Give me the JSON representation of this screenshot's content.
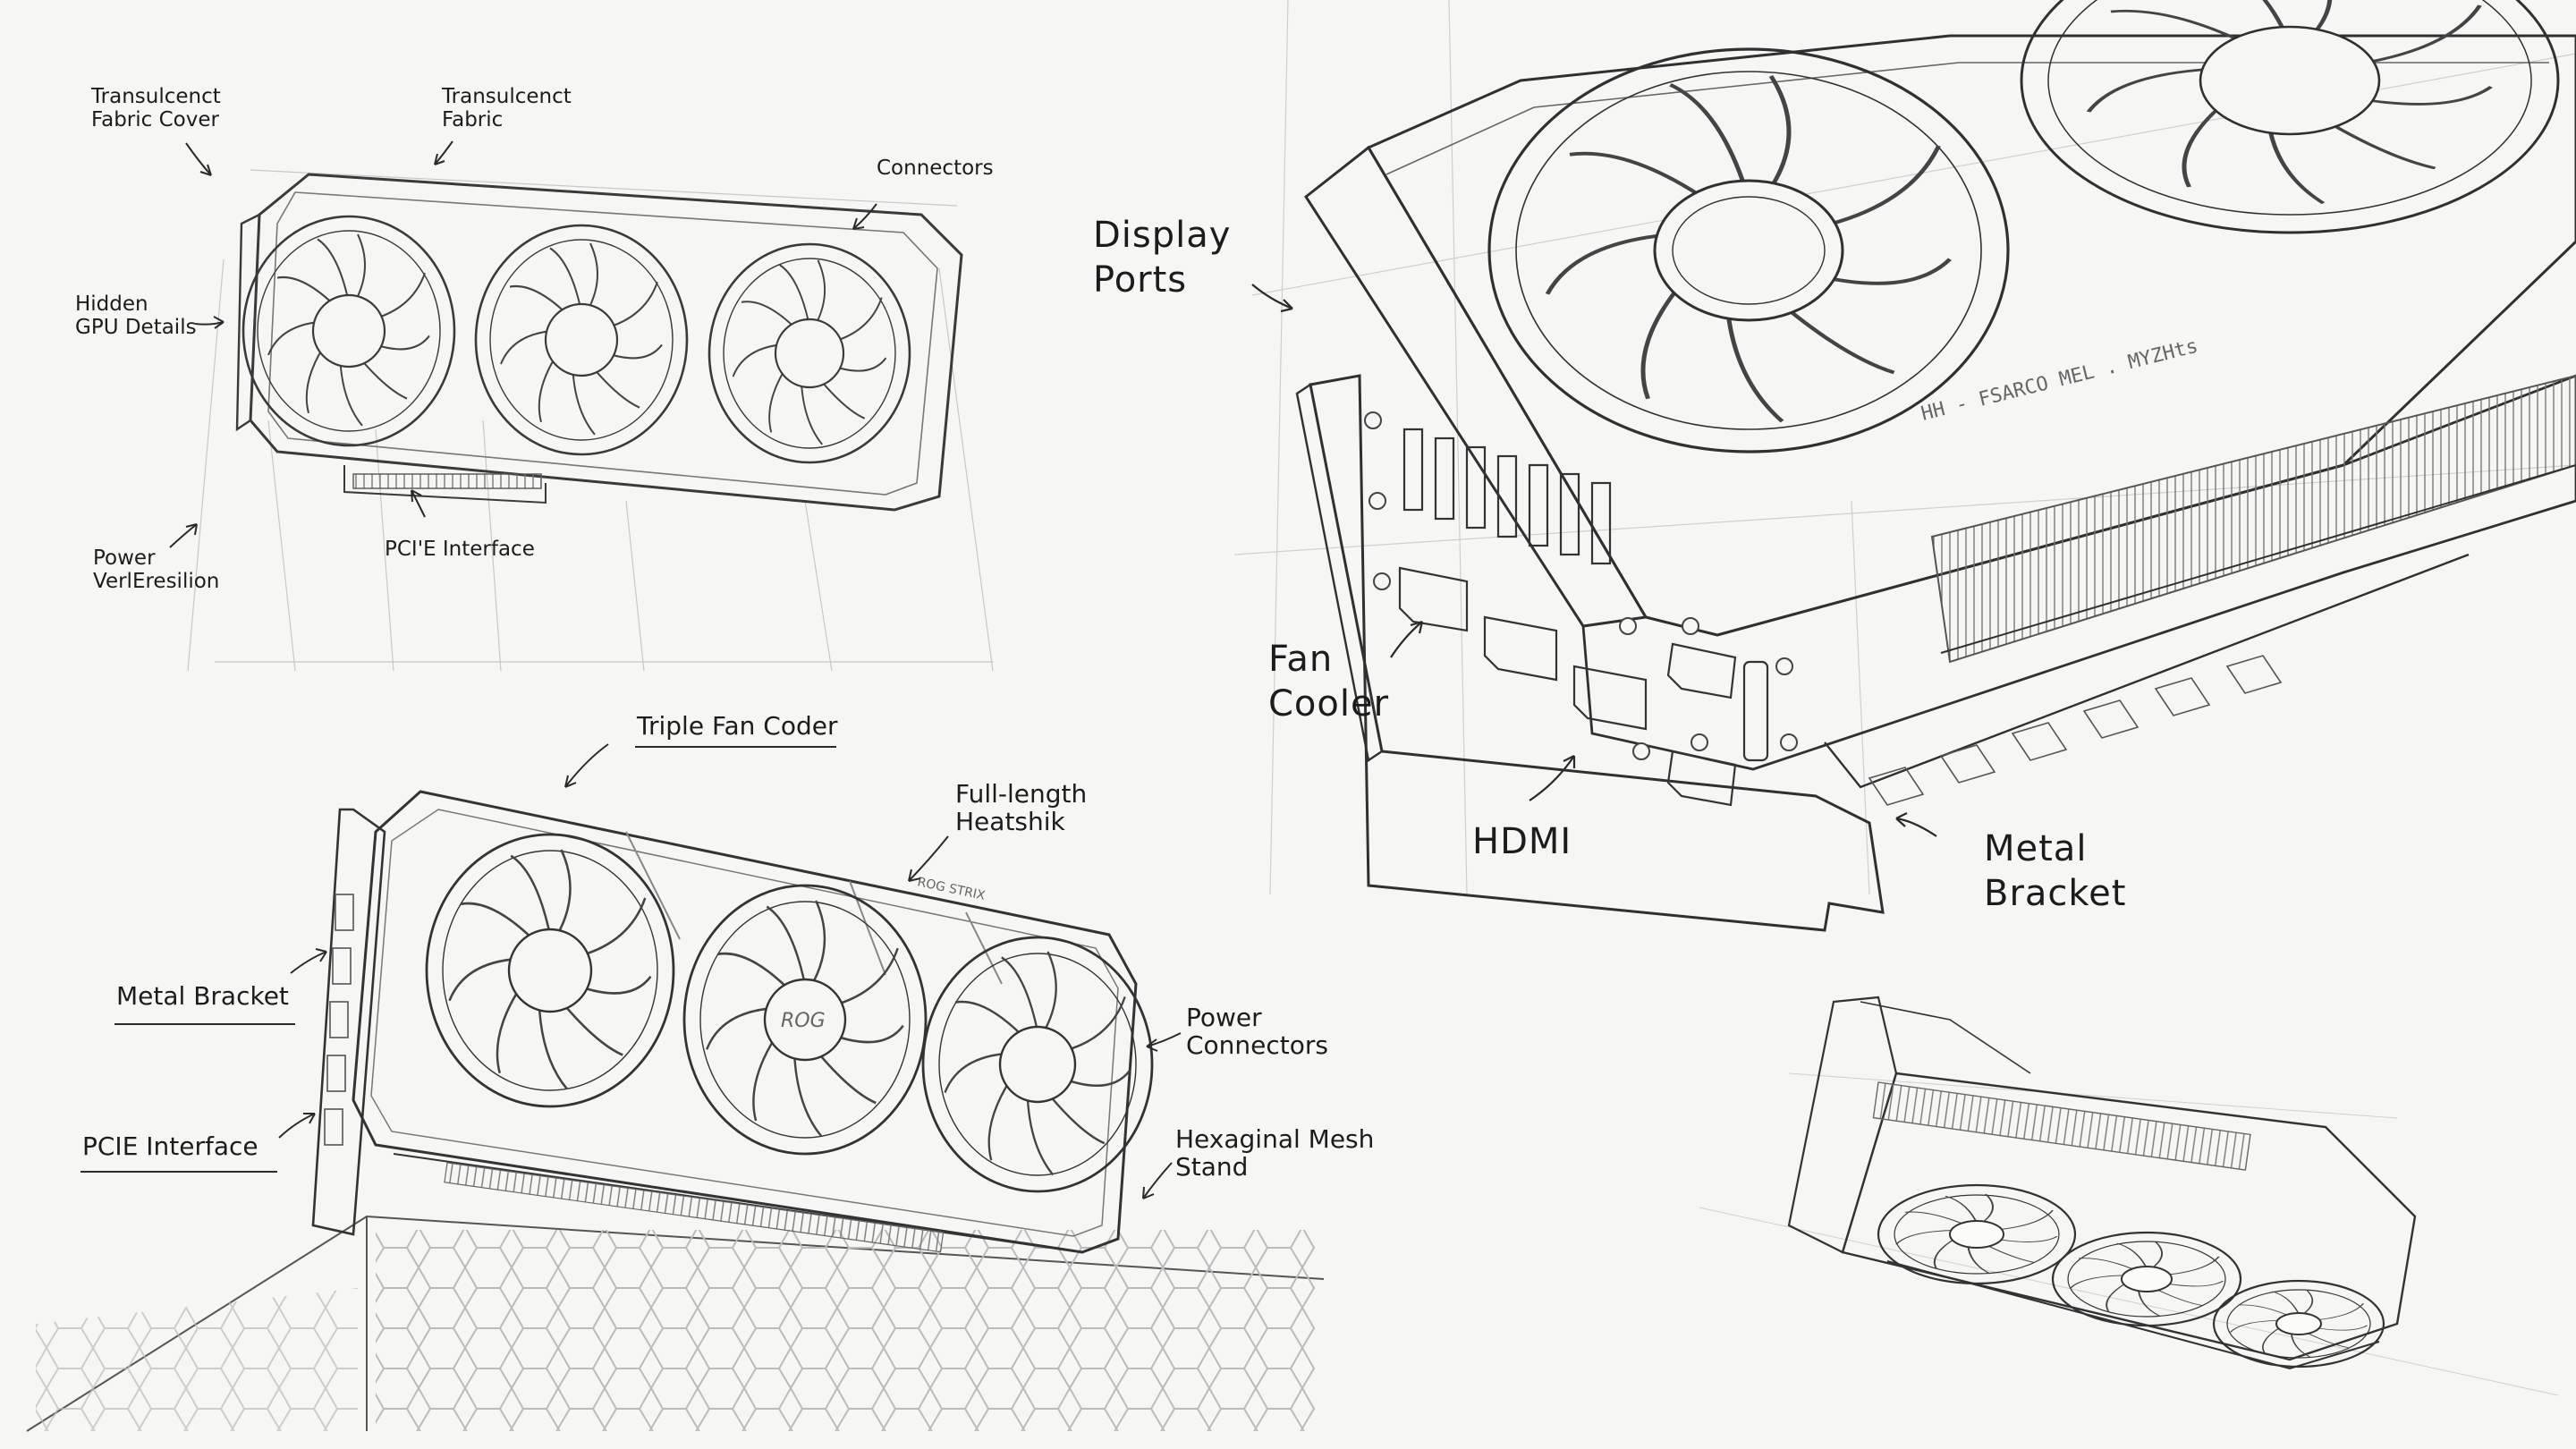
{
  "sketch1": {
    "labels": {
      "fabric_cover": "Transulcenct\nFabric Cover",
      "fabric": "Transulcenct\nFabric",
      "connectors": "Connectors",
      "hidden_gpu": "Hidden\nGPU Details",
      "power": "Power\nVerlEresilion",
      "pcie": "PCI'E Interface"
    }
  },
  "sketch2": {
    "labels": {
      "triple_fan": "Triple Fan Coder",
      "heatsink": "Full-length\nHeatshik",
      "metal_bracket": "Metal Bracket",
      "pcie": "PCIE Interface",
      "power_connectors": "Power\nConnectors",
      "hex_mesh": "Hexaginal Mesh\nStand"
    },
    "card_marking": "ROG STRIX",
    "fan_logo": "ROG"
  },
  "sketch3": {
    "labels": {
      "display_ports": "Display\nPorts",
      "fan_cooler": "Fan\nCooler",
      "hdmi": "HDMI",
      "metal_bracket": "Metal\nBracket"
    },
    "card_marking": "HH - FSARCO MEL . MYZHts"
  },
  "colors": {
    "paper": "#f6f6f4",
    "pencil": "#2a2a2a",
    "light_pencil": "#9a9a9a"
  }
}
